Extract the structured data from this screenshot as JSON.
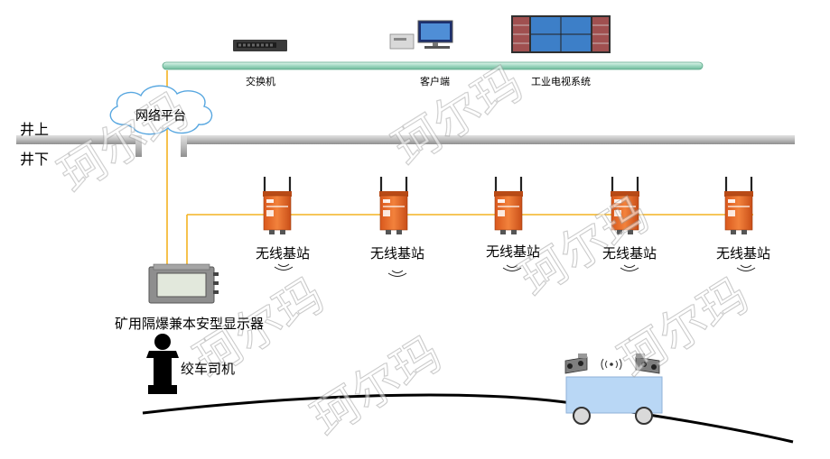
{
  "zones": {
    "above": "井上",
    "below": "井下"
  },
  "surface_devices": {
    "switch": "交换机",
    "client": "客户端",
    "cctv": "工业电视系统"
  },
  "network_platform": "网络平台",
  "base_station_label": "无线基站",
  "base_station_count": 5,
  "display_unit": "矿用隔爆兼本安型显示器",
  "operator": "绞车司机",
  "watermark": "珂尔玛",
  "colors": {
    "bus": "#a6dcc9",
    "rail": "#c4c4c4",
    "cable": "#f3b322",
    "station": "#e8742e",
    "cart": "#b9d7f5"
  }
}
